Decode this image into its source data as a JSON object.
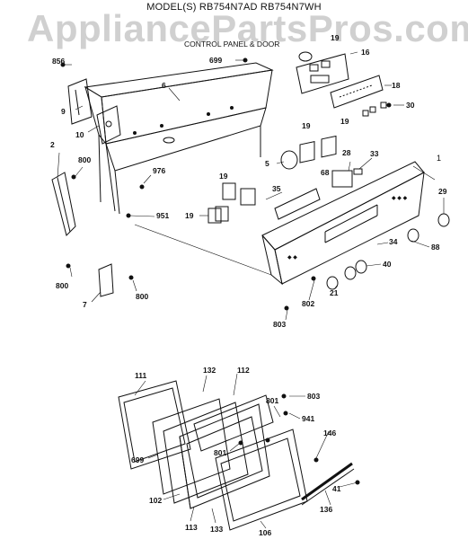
{
  "header": {
    "models": "MODEL(S) RB754N7AD  RB754N7WH",
    "section": "CONTROL PANEL & DOOR"
  },
  "watermark": "AppliancePartsPros.com",
  "callouts": {
    "c856": "856",
    "c699a": "699",
    "c16": "16",
    "c19top": "19",
    "c18": "18",
    "c6": "6",
    "c9": "9",
    "c10": "10",
    "c30": "30",
    "c2": "2",
    "c800a": "800",
    "c976": "976",
    "c19a": "19",
    "c19b": "19",
    "c1": "1",
    "c5": "5",
    "c68": "68",
    "c28": "28",
    "c33": "33",
    "c19c": "19",
    "c35": "35",
    "c29": "29",
    "c19d": "19",
    "c951": "951",
    "c34": "34",
    "c88": "88",
    "c40": "40",
    "c800b": "800",
    "c800c": "800",
    "c7": "7",
    "c802": "802",
    "c21": "21",
    "c803a": "803",
    "c111": "111",
    "c132": "132",
    "c112": "112",
    "c801a": "801",
    "c803b": "803",
    "c941": "941",
    "c146": "146",
    "c699b": "699",
    "c801b": "801",
    "c41": "41",
    "c102": "102",
    "c136": "136",
    "c113": "113",
    "c133": "133",
    "c106": "106"
  }
}
